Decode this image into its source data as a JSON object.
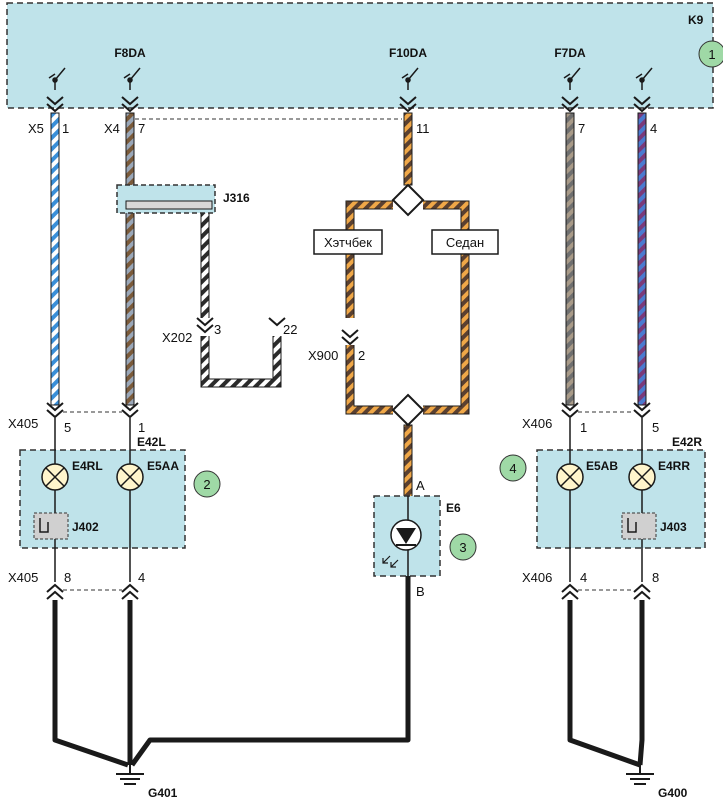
{
  "modules": {
    "k9": {
      "ref": "K9",
      "callout": "1"
    },
    "e42l": {
      "ref": "E42L",
      "callout": "2",
      "lamps": [
        "E4RL",
        "E5AA"
      ],
      "relay": "J402"
    },
    "e6": {
      "ref": "E6",
      "callout": "3",
      "pin_a": "A",
      "pin_b": "B"
    },
    "e42r": {
      "ref": "E42R",
      "callout": "4",
      "lamps": [
        "E5AB",
        "E4RR"
      ],
      "relay": "J403"
    }
  },
  "fuses": [
    "F8DA",
    "F10DA",
    "F7DA"
  ],
  "connectors": {
    "x5": {
      "name": "X5",
      "pin": "1"
    },
    "x4": {
      "name": "X4",
      "pin": "7"
    },
    "x4_pin11": "11",
    "k9_pin7": "7",
    "k9_pin4": "4",
    "j316": "J316",
    "x202": {
      "name": "X202",
      "pins": [
        "3",
        "22"
      ]
    },
    "x900": {
      "name": "X900",
      "pin": "2"
    },
    "x405_top": {
      "name": "X405",
      "pins": [
        "5",
        "1"
      ]
    },
    "x405_bottom": {
      "name": "X405",
      "pins": [
        "8",
        "4"
      ]
    },
    "x406_top": {
      "name": "X406",
      "pins": [
        "1",
        "5"
      ]
    },
    "x406_bottom": {
      "name": "X406",
      "pins": [
        "4",
        "8"
      ]
    }
  },
  "variants": {
    "hatchback": "Хэтчбек",
    "sedan": "Седан"
  },
  "grounds": [
    "G401",
    "G400"
  ],
  "colors": {
    "module_fill": "#bfe3ea",
    "wire_blue": "#3a8fd8",
    "wire_gray": "#8a8a8a",
    "wire_brown": "#7a5a3a",
    "wire_orange": "#e8a040",
    "wire_purple": "#7a3a7a",
    "callout_fill": "#9fd9a6"
  }
}
